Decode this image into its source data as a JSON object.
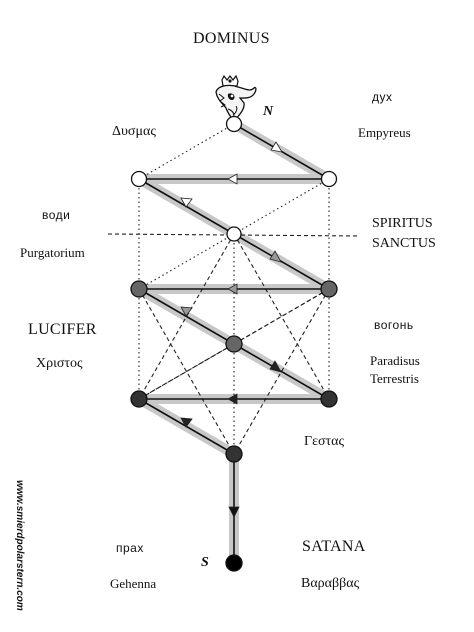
{
  "labels": {
    "dominus": "DOMINUS",
    "n": "N",
    "dux": "дух",
    "dysmas": "Δυσμας",
    "empyreus": "Empyreus",
    "vodi": "води",
    "purgatorium": "Purgatorium",
    "spiritus": "SPIRITUS",
    "sanctus": "SANCTUS",
    "lucifer": "LUCIFER",
    "christos": "Χριστος",
    "vogon": "вогонь",
    "paradisus": "Paradisus",
    "terrestris": "Terrestris",
    "gestas": "Γεστας",
    "prax": "прах",
    "gehenna": "Gehenna",
    "s": "S",
    "satana": "SATANA",
    "barabbas": "Βαραββας"
  },
  "watermark": "www.smierdpolarstern.com",
  "icons": {
    "crown": "crowned-serpent-head-icon"
  },
  "colors": {
    "node_white": "#ffffff",
    "node_gray": "#666666",
    "node_dark": "#333333",
    "node_black": "#000000",
    "path_highlight": "#c8c8c8"
  }
}
